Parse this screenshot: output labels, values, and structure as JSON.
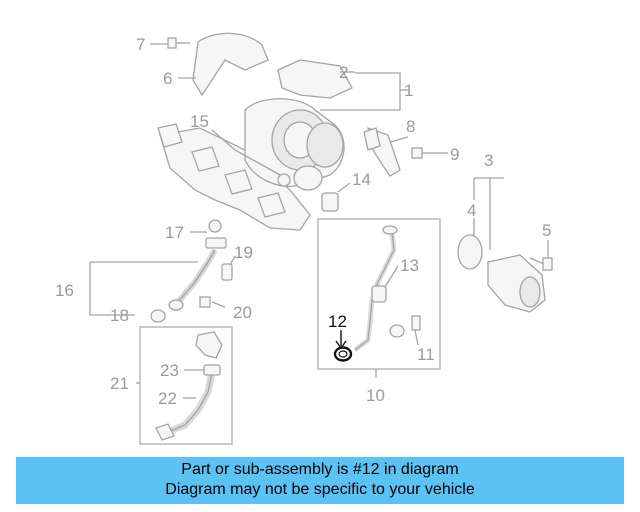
{
  "diagram": {
    "callouts": [
      "1",
      "2",
      "3",
      "4",
      "5",
      "6",
      "7",
      "8",
      "9",
      "10",
      "11",
      "12",
      "13",
      "14",
      "15",
      "16",
      "17",
      "18",
      "19",
      "20",
      "21",
      "22",
      "23"
    ],
    "highlighted_part": "12",
    "colors": {
      "banner": "#5bc2f4",
      "highlight": "#111111",
      "parts": "#a4a4a4"
    }
  },
  "banner": {
    "line1": "Part or sub-assembly is #12 in diagram",
    "line2": "Diagram may not be specific to your vehicle"
  }
}
